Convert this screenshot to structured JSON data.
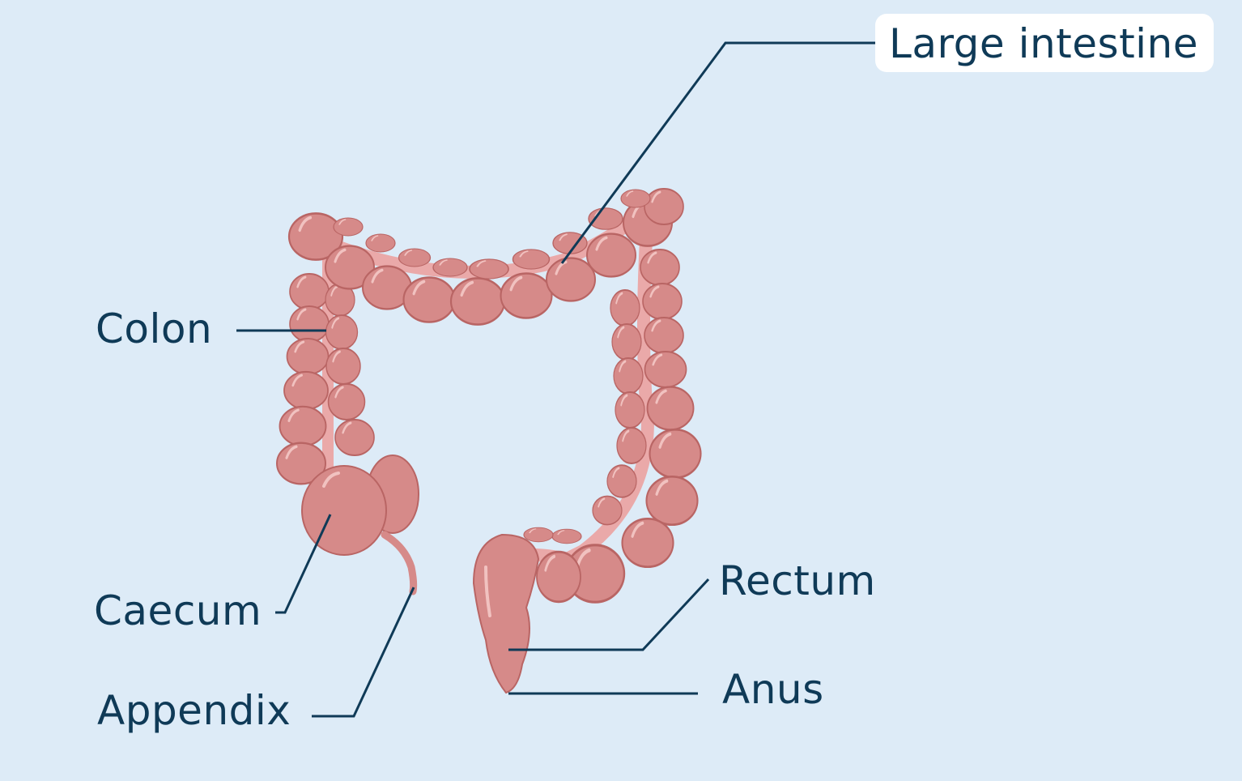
{
  "diagram": {
    "title": "Large intestine",
    "colors": {
      "background": "#ddebf7",
      "tissue": "#d68a89",
      "tissue_dark": "#c57372",
      "tissue_inner": "#eaa9a9",
      "highlight": "#f1c2c0",
      "outline": "#b96564",
      "leader_line": "#0f3a57",
      "label_text": "#0f3a57",
      "title_box": "#ffffff"
    },
    "labels": [
      {
        "id": "large-intestine",
        "text": "Large intestine"
      },
      {
        "id": "colon",
        "text": "Colon"
      },
      {
        "id": "caecum",
        "text": "Caecum"
      },
      {
        "id": "appendix",
        "text": "Appendix"
      },
      {
        "id": "rectum",
        "text": "Rectum"
      },
      {
        "id": "anus",
        "text": "Anus"
      }
    ]
  }
}
